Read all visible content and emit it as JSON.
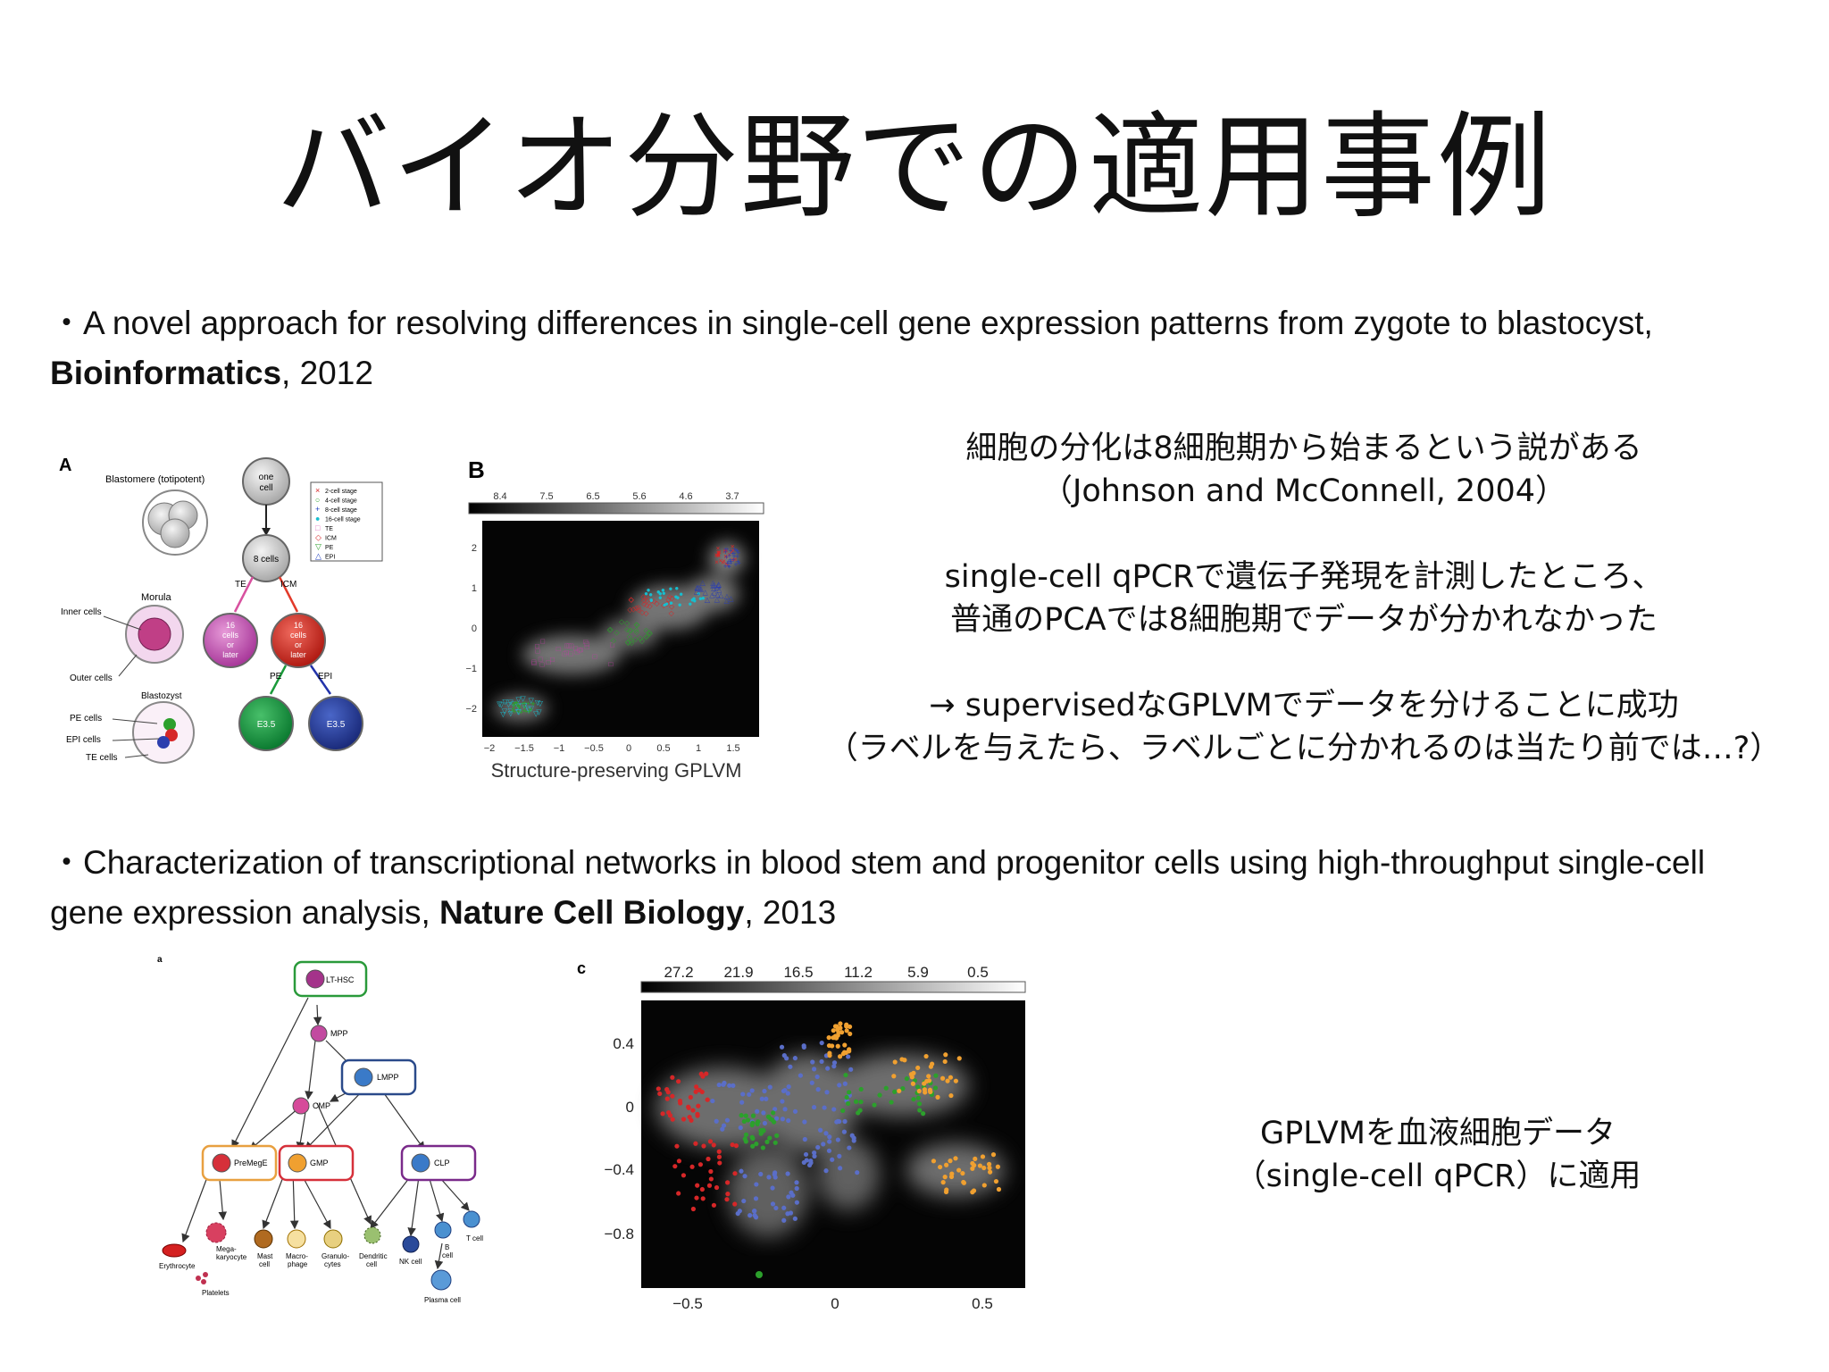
{
  "slide": {
    "title": "バイオ分野での適用事例",
    "ref1": {
      "bullet": "・",
      "text_before": "A novel approach for resolving differences in single-cell gene expression patterns from zygote to blastocyst, ",
      "journal": "Bioinformatics",
      "text_after": ", 2012"
    },
    "ref2": {
      "bullet": "・",
      "text_before": "Characterization of transcriptional networks in blood stem and progenitor cells using high-throughput single-cell gene expression analysis, ",
      "journal": "Nature Cell Biology",
      "text_after": ", 2013"
    },
    "note1": {
      "line1": "細胞の分化は8細胞期から始まるという説がある",
      "line2": "（Johnson and McConnell, 2004）",
      "line3": "single-cell qPCRで遺伝子発現を計測したところ、",
      "line4": "普通のPCAでは8細胞期でデータが分かれなかった",
      "line5": "→ supervisedなGPLVMでデータを分けることに成功",
      "line6": "（ラベルを与えたら、ラベルごとに分かれるのは当たり前では…?）"
    },
    "note2": {
      "line1": "GPLVMを血液細胞データ",
      "line2": "（single-cell qPCR）に適用"
    }
  },
  "figA": {
    "panel": "A",
    "blastomere": "Blastomere (totipotent)",
    "one_cell": [
      "one",
      "cell"
    ],
    "eight_cells": "8 cells",
    "morula": "Morula",
    "inner_cells": "Inner cells",
    "outer_cells": "Outer cells",
    "blastocyst": "Blastozyst",
    "pe_cells": "PE cells",
    "epi_cells": "EPI cells",
    "te_cells": "TE cells",
    "te": "TE",
    "icm": "ICM",
    "pe": "PE",
    "epi": "EPI",
    "sixteen": [
      "16",
      "cells",
      "or",
      "later"
    ],
    "e35": "E3.5",
    "legend": [
      "2-cell stage",
      "4-cell stage",
      "8-cell stage",
      "16-cell stage",
      "TE",
      "ICM",
      "PE",
      "EPI"
    ],
    "legend_colors": [
      "#d62728",
      "#2ca02c",
      "#1f3fbf",
      "#17becf",
      "#e377c2",
      "#d62728",
      "#2ca02c",
      "#1f3fbf"
    ]
  },
  "figB": {
    "panel": "B",
    "colorbar_ticks": [
      "8.4",
      "7.5",
      "6.5",
      "5.6",
      "4.6",
      "3.7"
    ],
    "x_ticks": [
      "−2",
      "−1.5",
      "−1",
      "−0.5",
      "0",
      "0.5",
      "1",
      "1.5"
    ],
    "y_ticks": [
      "2",
      "1",
      "0",
      "−1",
      "−2"
    ],
    "caption": "Structure-preserving GPLVM"
  },
  "figTree": {
    "panel": "a",
    "nodes": {
      "lthsc": "LT-HSC",
      "mpp": "MPP",
      "lmpp": "LMPP",
      "cmp": "CMP",
      "premege": "PreMegE",
      "gmp": "GMP",
      "clp": "CLP"
    },
    "leaves": {
      "erythrocyte": "Erythrocyte",
      "megakaryocyte": [
        "Mega-",
        "karyocyte"
      ],
      "platelets": "Platelets",
      "mast": [
        "Mast",
        "cell"
      ],
      "macrophage": [
        "Macro-",
        "phage"
      ],
      "granulocytes": [
        "Granulo-",
        "cytes"
      ],
      "dendritic": [
        "Dendritic",
        "cell"
      ],
      "nk": "NK cell",
      "b": [
        "B",
        "cell"
      ],
      "t": "T cell",
      "plasma": "Plasma cell"
    }
  },
  "figC": {
    "panel": "c",
    "colorbar_ticks": [
      "27.2",
      "21.9",
      "16.5",
      "11.2",
      "5.9",
      "0.5"
    ],
    "x_ticks": [
      "−0.5",
      "0",
      "0.5"
    ],
    "y_ticks": [
      "0.4",
      "0",
      "−0.4",
      "−0.8"
    ]
  }
}
